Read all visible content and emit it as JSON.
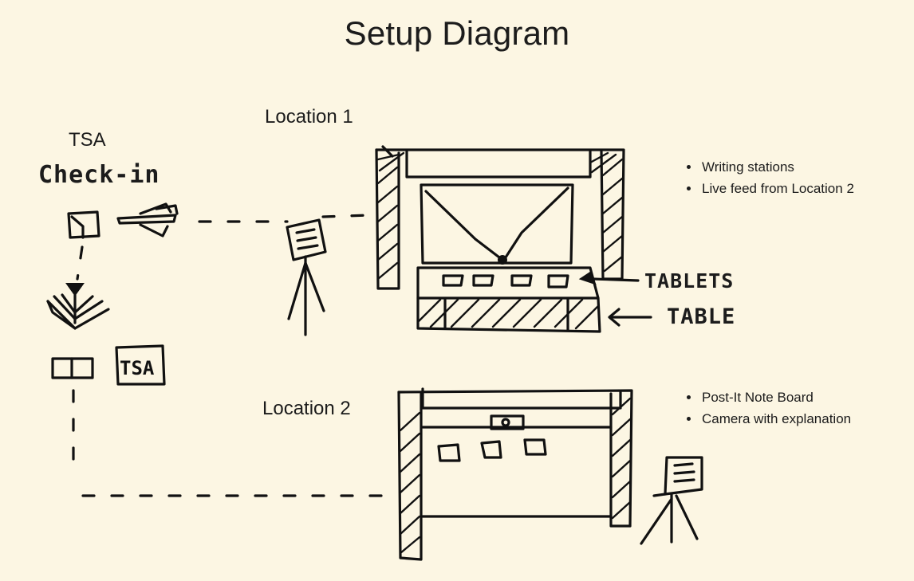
{
  "title": "Setup Diagram",
  "tsa_label": "TSA",
  "checkin_label": "Check-in",
  "tsa_sign": "TSA",
  "location1": {
    "label": "Location 1",
    "notes": [
      "Writing stations",
      "Live feed from Location 2"
    ],
    "tablets_label": "TABLETS",
    "table_label": "TABLE"
  },
  "location2": {
    "label": "Location 2",
    "notes": [
      "Post-It Note Board",
      "Camera with explanation"
    ]
  }
}
